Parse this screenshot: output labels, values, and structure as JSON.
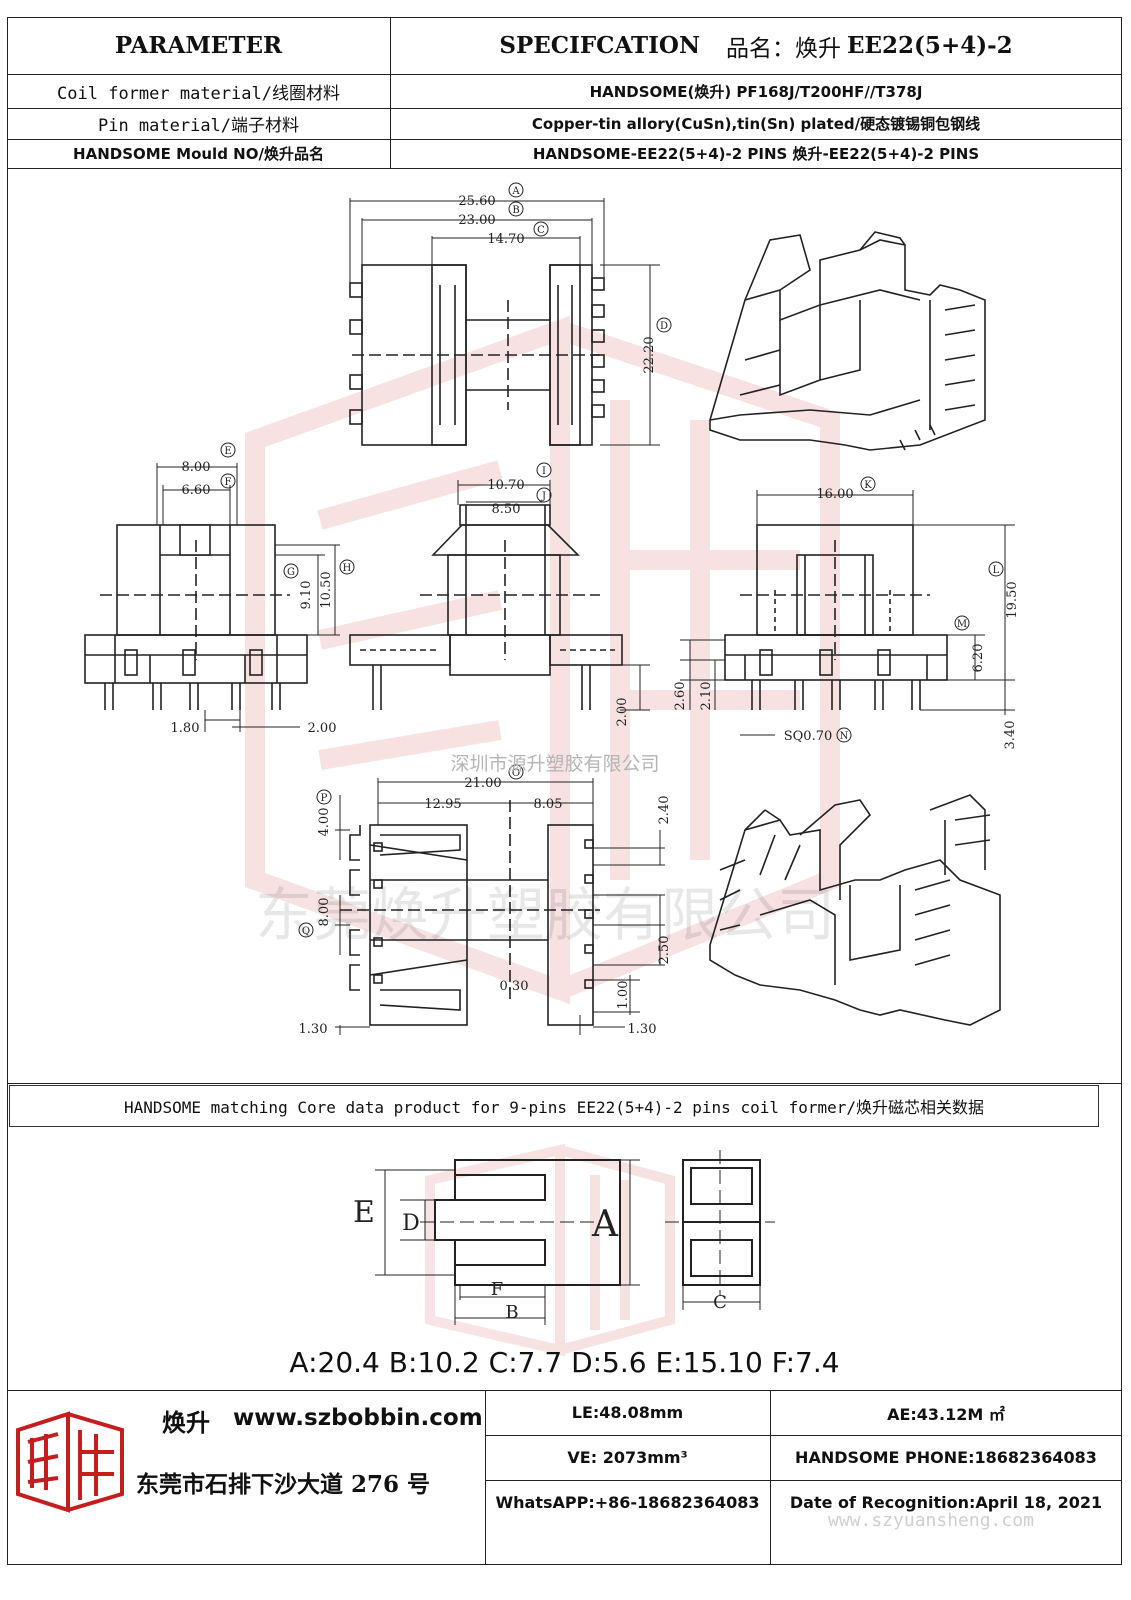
{
  "header": {
    "parameter": "PARAMETER",
    "specification": "SPECIFCATION",
    "product_name_label": "品名：焕升",
    "product_model": "EE22(5+4)-2"
  },
  "rows": [
    {
      "label": "Coil former material/线圈材料",
      "value": "HANDSOME(焕升)    PF168J/T200HF//T378J"
    },
    {
      "label": "Pin material/端子材料",
      "value": "Copper-tin allory(CuSn),tin(Sn) plated/硬态镀锡铜包钢线"
    },
    {
      "label": "HANDSOME Mould NO/焕升品名",
      "value": "HANDSOME-EE22(5+4)-2 PINS    焕升-EE22(5+4)-2 PINS"
    }
  ],
  "drawing": {
    "top_view": {
      "dims": [
        "25.60",
        "23.00",
        "14.70",
        "22.20"
      ],
      "markers": [
        "A",
        "B",
        "C",
        "D"
      ]
    },
    "side_left": {
      "dims": [
        "8.00",
        "6.60",
        "9.10",
        "10.50",
        "1.80",
        "2.00"
      ],
      "markers": [
        "E",
        "F",
        "G",
        "H"
      ]
    },
    "side_mid": {
      "dims": [
        "10.70",
        "8.50",
        "2.00"
      ],
      "markers": [
        "I",
        "J"
      ]
    },
    "side_right": {
      "dims": [
        "16.00",
        "19.50",
        "6.20",
        "2.60",
        "2.10",
        "3.40",
        "SQ0.70"
      ],
      "markers": [
        "K",
        "L",
        "M",
        "N"
      ]
    },
    "bottom_view": {
      "dims": [
        "21.00",
        "12.95",
        "8.05",
        "4.00",
        "8.00",
        "2.40",
        "2.50",
        "0.30",
        "1.00",
        "1.30",
        "1.30"
      ],
      "markers": [
        "O",
        "P",
        "Q"
      ]
    },
    "watermark_small": "深圳市源升塑胶有限公司",
    "watermark_large": "东莞焕升塑胶有限公司"
  },
  "core": {
    "banner": "HANDSOME matching Core data  product for 9-pins EE22(5+4)-2 pins coil former/焕升磁芯相关数据",
    "labels": [
      "E",
      "D",
      "A",
      "F",
      "B",
      "C"
    ],
    "summary": "A:20.4 B:10.2 C:7.7 D:5.6 E:15.10 F:7.4"
  },
  "footer": {
    "brand": "焕升",
    "website": "www.szbobbin.com",
    "address_prefix": "东莞市石排下沙大道",
    "address_number": "276",
    "address_suffix": "号",
    "le": "LE:48.08mm",
    "ae": "AE:43.12M ㎡",
    "ve": "VE: 2073mm³",
    "phone": "HANDSOME PHONE:18682364083",
    "whatsapp": "WhatsAPP:+86-18682364083",
    "date": "Date of Recognition:April 18, 2021",
    "watermark_url": "www.szyuansheng.com"
  }
}
